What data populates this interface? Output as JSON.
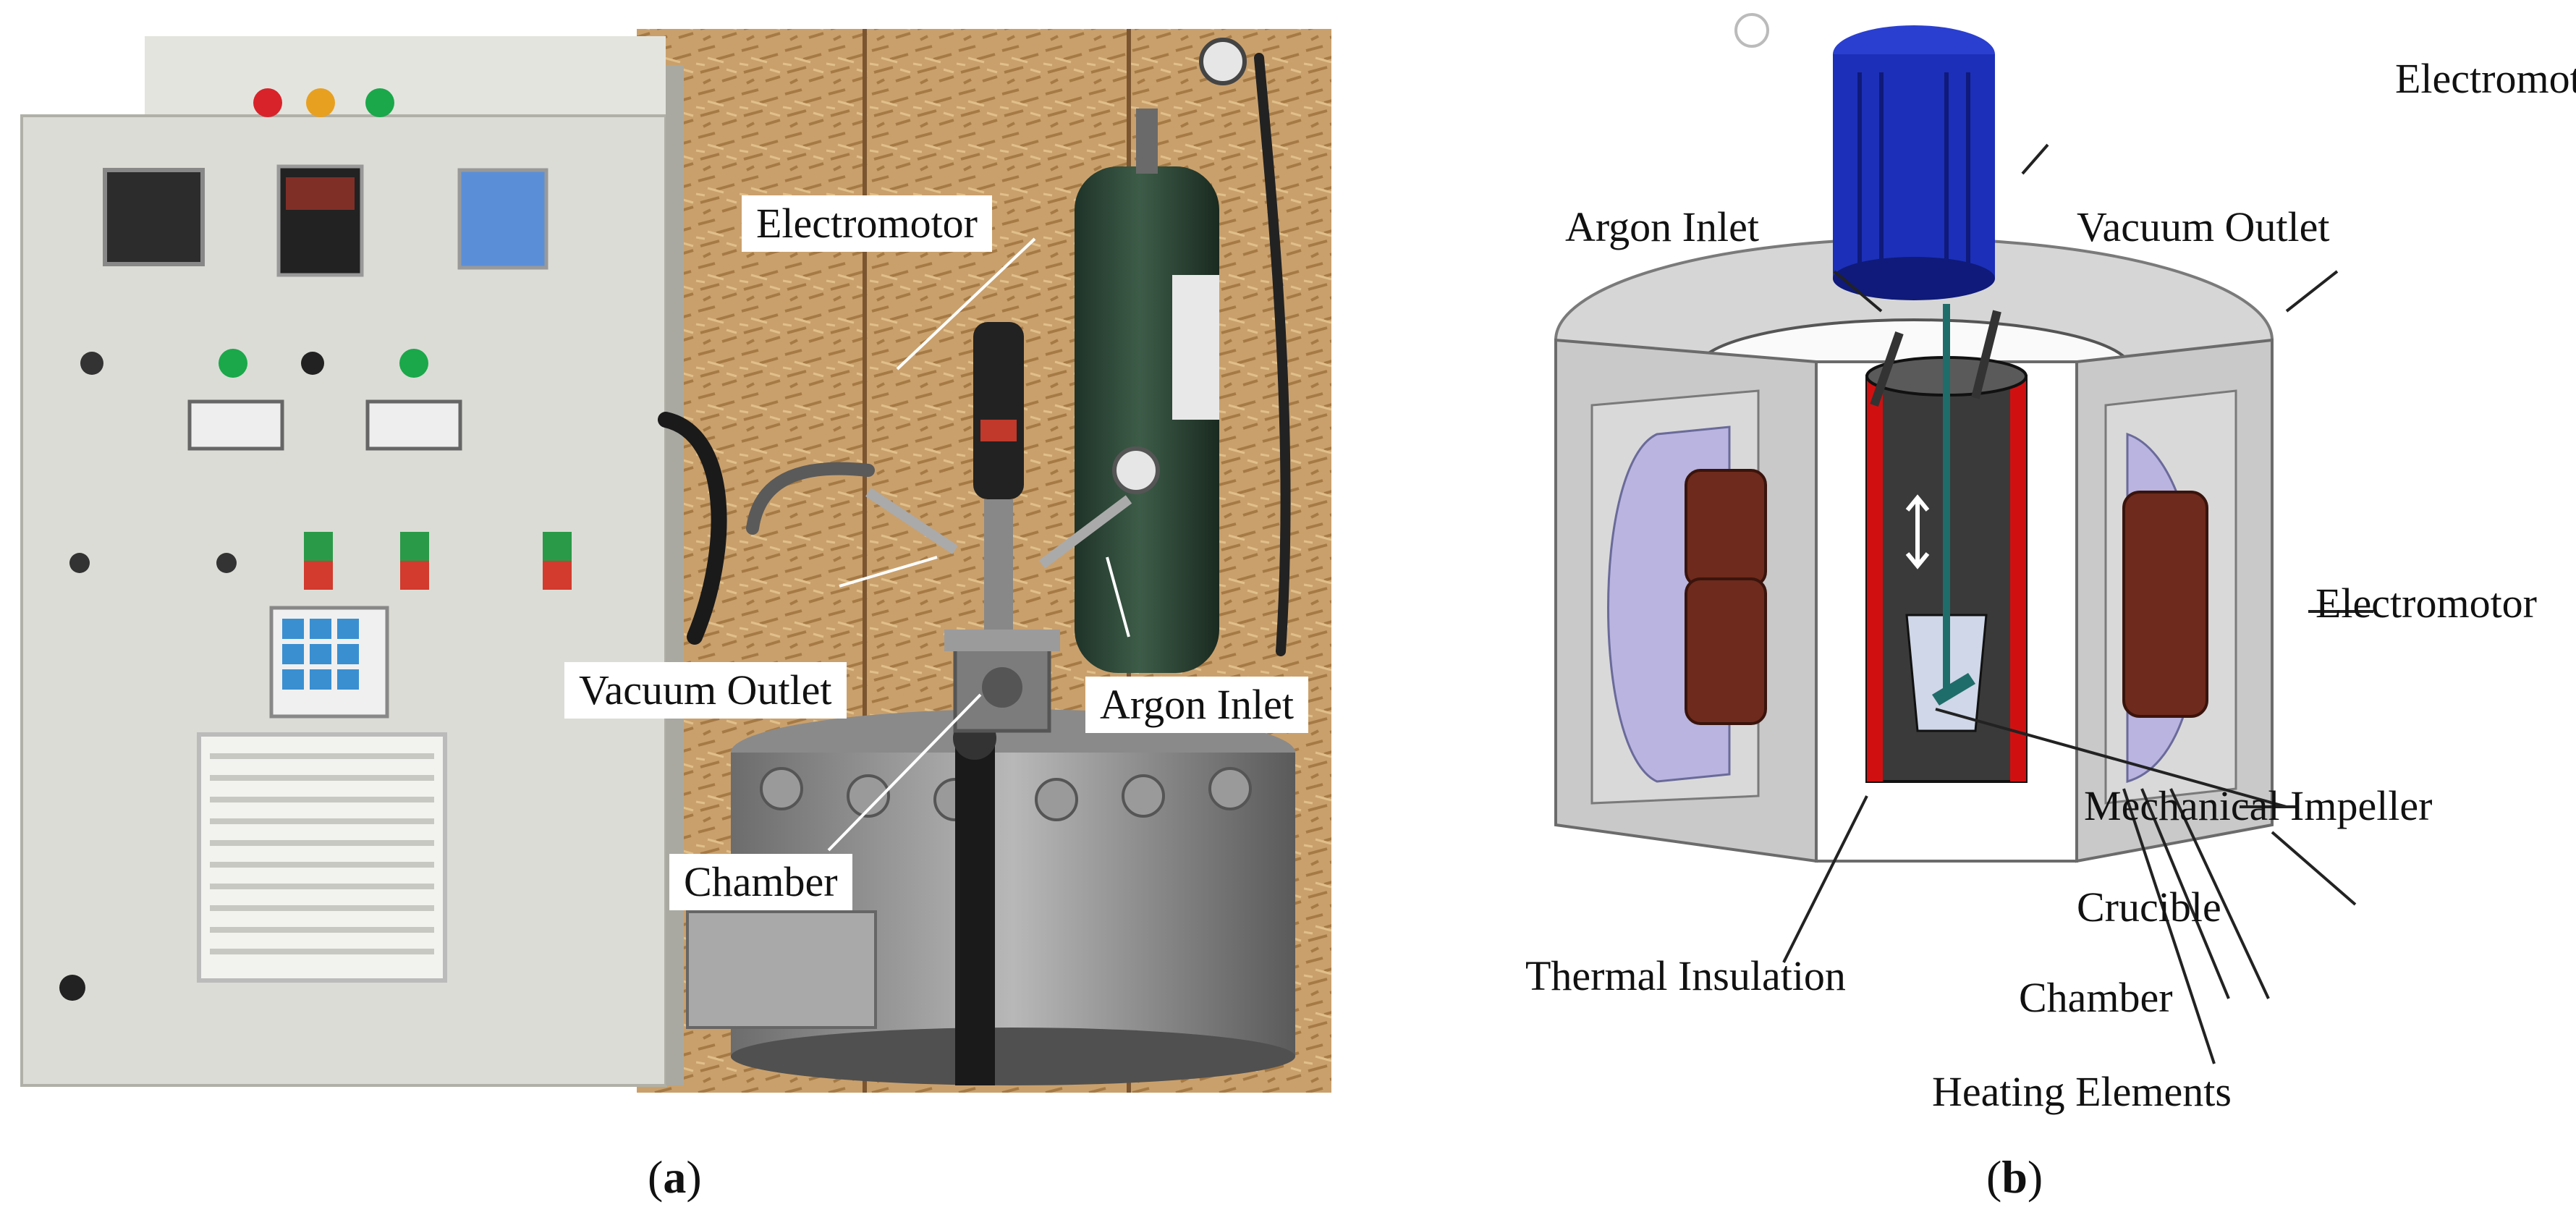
{
  "panel_a": {
    "caption_open": "(",
    "caption_letter": "a",
    "caption_close": ")",
    "labels": {
      "electromotor": "Electromotor",
      "vacuum_outlet": "Vacuum Outlet",
      "argon_inlet": "Argon Inlet",
      "chamber": "Chamber"
    }
  },
  "panel_b": {
    "caption_open": "(",
    "caption_letter": "b",
    "caption_close": ")",
    "labels": {
      "electromotor_top": "Electromotor",
      "argon_inlet": "Argon Inlet",
      "vacuum_outlet": "Vacuum Outlet",
      "electromotor_side": "Electromotor",
      "mechanical_impeller": "Mechanical Impeller",
      "crucible": "Crucible",
      "thermal_insulation": "Thermal Insulation",
      "chamber": "Chamber",
      "heating_elements": "Heating Elements"
    }
  },
  "colors": {
    "cabinet": "#dcdcd6",
    "wood": "#c9a06c",
    "cylinder": "#2f4a3a",
    "motor_blue": "#1c2fb8",
    "shell_grey": "#c8c8c8",
    "liner_lavender": "#b9b4e0",
    "coil_brown": "#6e2a1c",
    "heater_red": "#d01010"
  }
}
